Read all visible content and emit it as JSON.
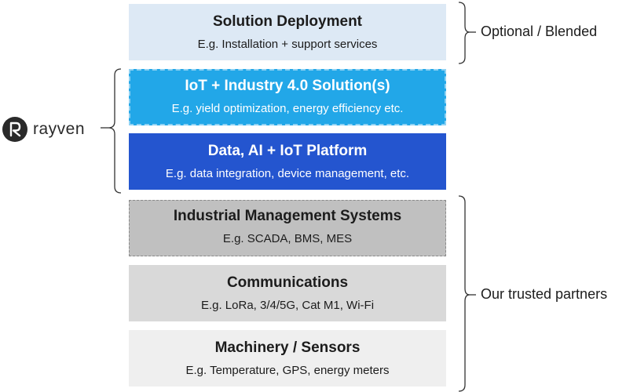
{
  "layers": [
    {
      "title": "Solution Deployment",
      "subtitle": "E.g. Installation + support services"
    },
    {
      "title": "IoT + Industry 4.0 Solution(s)",
      "subtitle": "E.g. yield optimization, energy efficiency etc."
    },
    {
      "title": "Data, AI + IoT Platform",
      "subtitle": "E.g. data integration, device management, etc."
    },
    {
      "title": "Industrial Management Systems",
      "subtitle": "E.g. SCADA, BMS, MES"
    },
    {
      "title": "Communications",
      "subtitle": "E.g. LoRa, 3/4/5G, Cat M1, Wi-Fi"
    },
    {
      "title": "Machinery / Sensors",
      "subtitle": "E.g. Temperature, GPS, energy meters"
    }
  ],
  "labels": {
    "optional": "Optional / Blended",
    "partners": "Our trusted partners"
  },
  "logo": {
    "text": "rayven",
    "icon": "rayven-logo-icon"
  },
  "colors": {
    "deployment": "#dde9f5",
    "solutions": "#22a7e8",
    "platform": "#2455cf",
    "management": "#c0c0c0",
    "communications": "#d9d9d9",
    "machinery": "#efefef"
  }
}
